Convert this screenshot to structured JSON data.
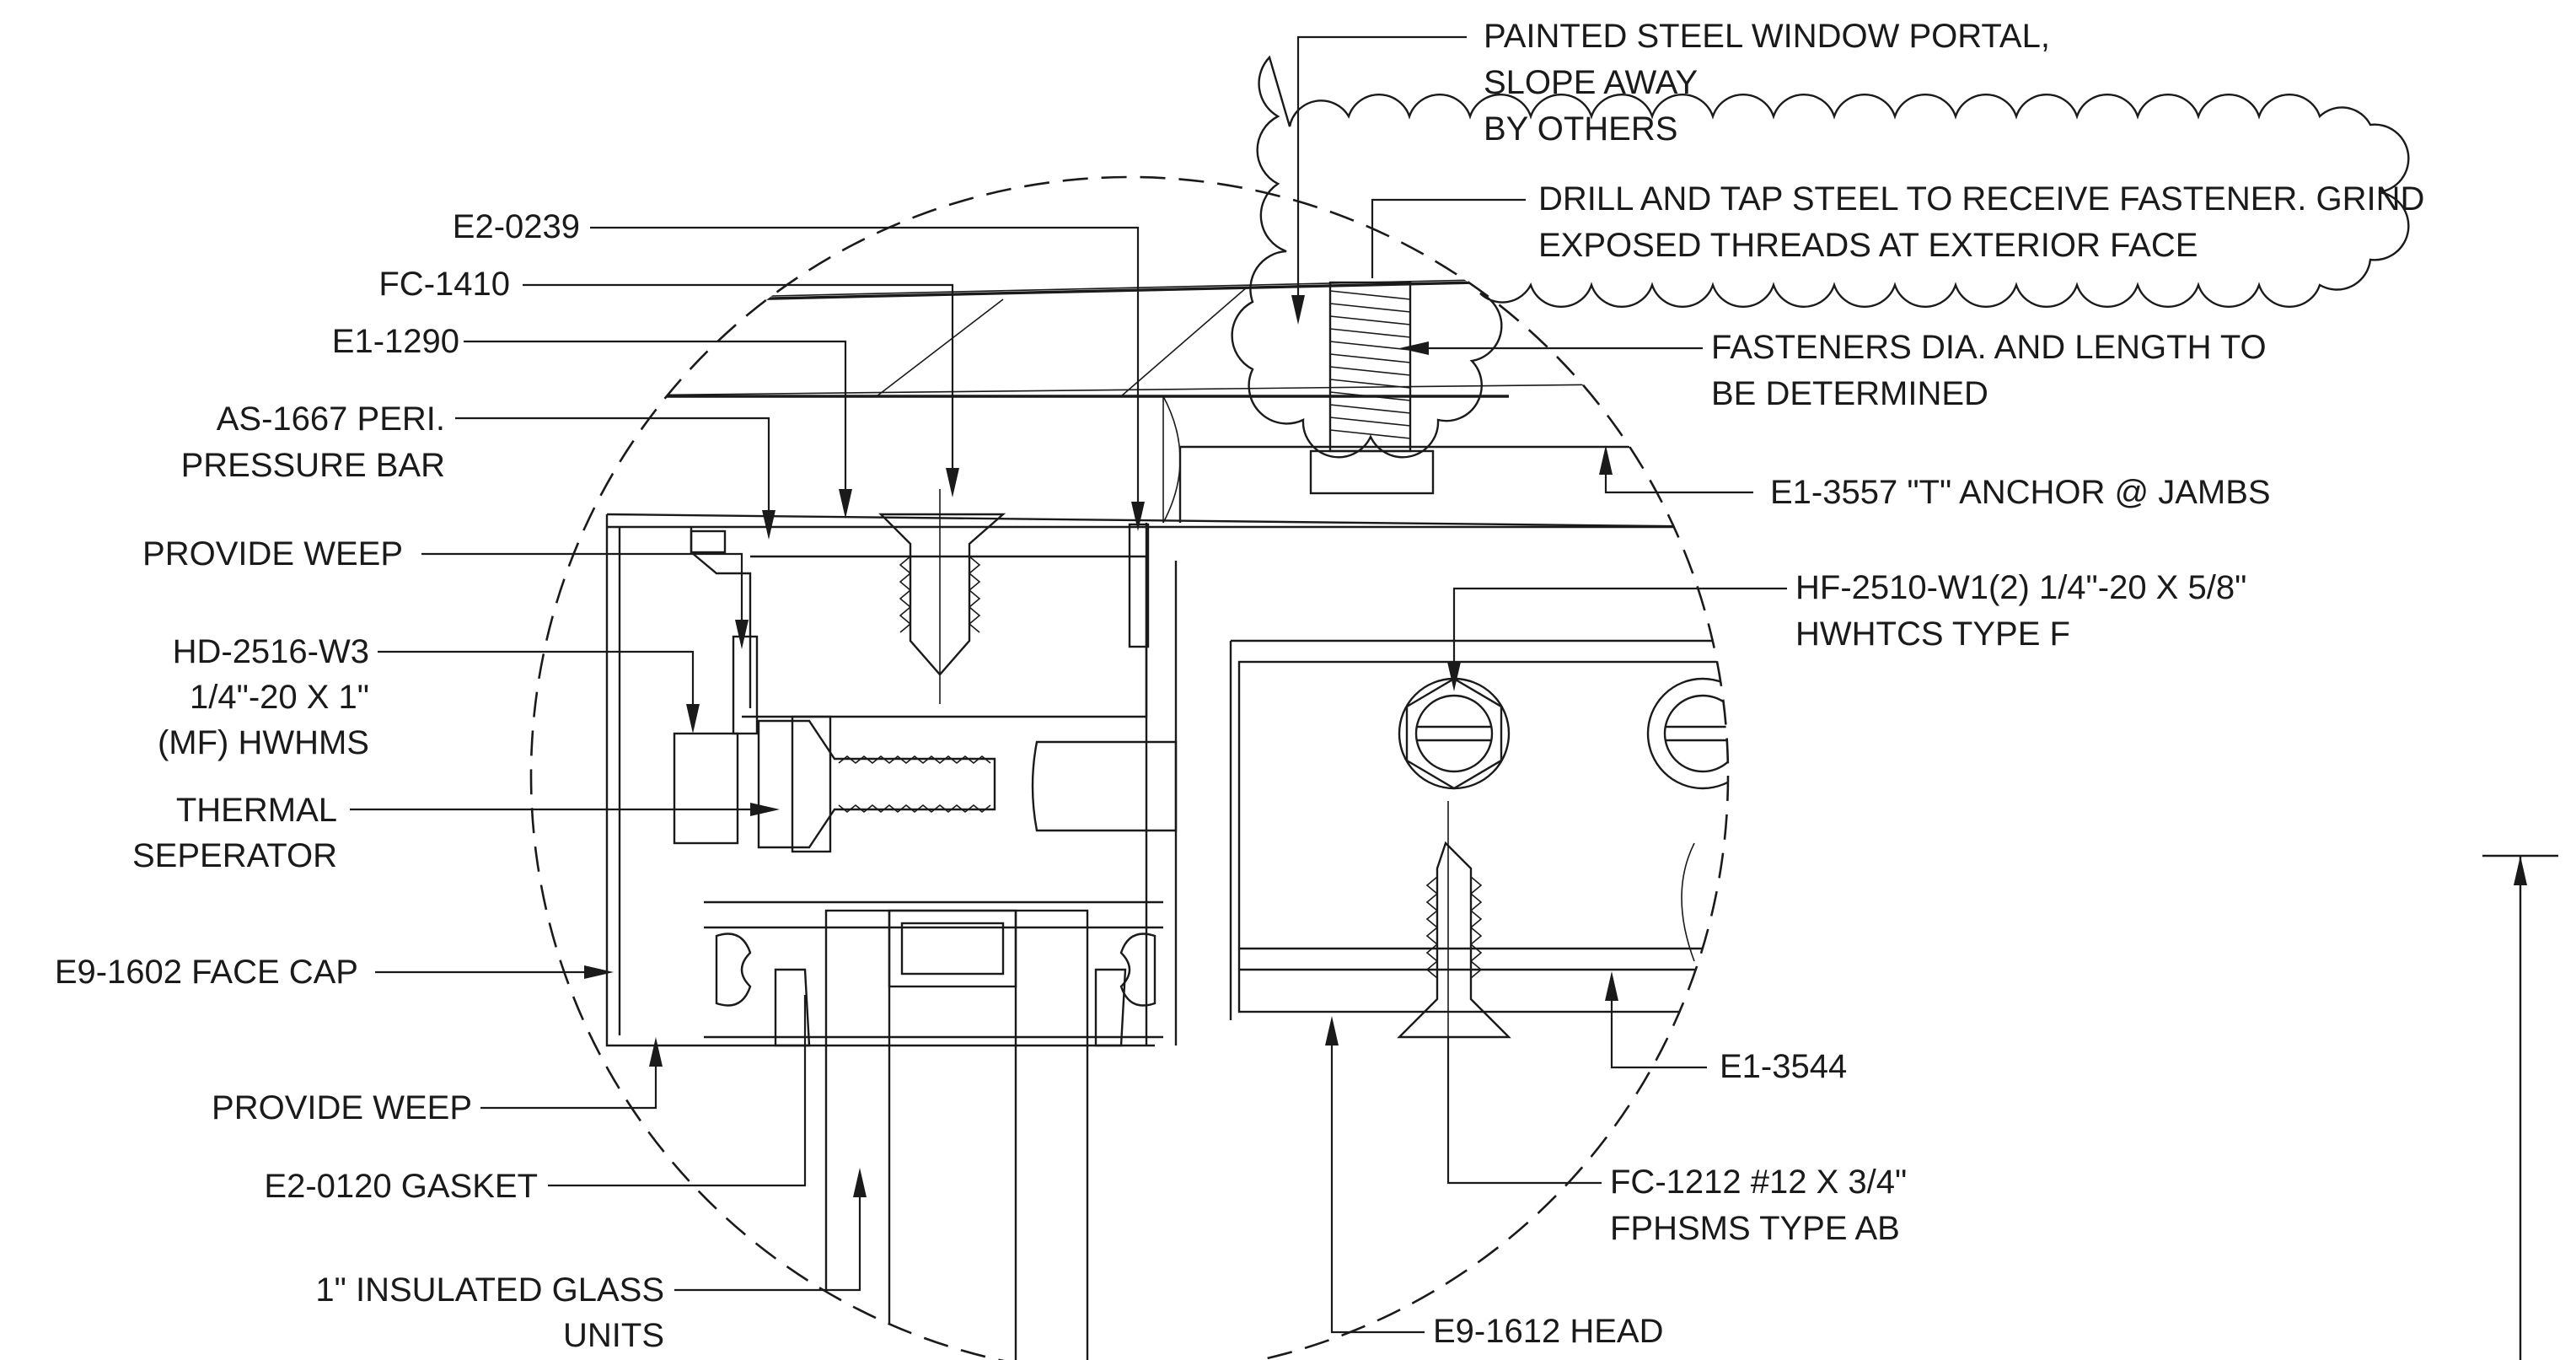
{
  "callouts": {
    "painted_steel": [
      "PAINTED STEEL WINDOW PORTAL,",
      "SLOPE AWAY",
      "BY OTHERS"
    ],
    "drill_tap": [
      "DRILL AND TAP STEEL TO RECEIVE FASTENER. GRIND",
      "EXPOSED THREADS AT EXTERIOR FACE"
    ],
    "fasteners_dia": [
      "FASTENERS DIA. AND LENGTH TO",
      "BE DETERMINED"
    ],
    "t_anchor": "E1-3557 \"T\" ANCHOR @ JAMBS",
    "hf_2510": [
      "HF-2510-W1(2) 1/4\"-20 X 5/8\"",
      "HWHTCS TYPE F"
    ],
    "e1_3544": "E1-3544",
    "fc_1212": [
      "FC-1212 #12 X 3/4\"",
      "FPHSMS TYPE AB"
    ],
    "e9_1612": "E9-1612 HEAD",
    "e2_0239": "E2-0239",
    "fc_1410": "FC-1410",
    "e1_1290": "E1-1290",
    "as_1667": [
      "AS-1667 PERI.",
      "PRESSURE BAR"
    ],
    "provide_weep_top": "PROVIDE WEEP",
    "hd_2516": [
      "HD-2516-W3",
      "1/4\"-20 X 1\"",
      "(MF)   HWHMS"
    ],
    "thermal": [
      "THERMAL",
      "SEPERATOR"
    ],
    "e9_1602": "E9-1602 FACE CAP",
    "provide_weep_bottom": "PROVIDE WEEP",
    "e2_0120": "E2-0120 GASKET",
    "insulated_glass": [
      "1\" INSULATED GLASS",
      "UNITS"
    ]
  }
}
